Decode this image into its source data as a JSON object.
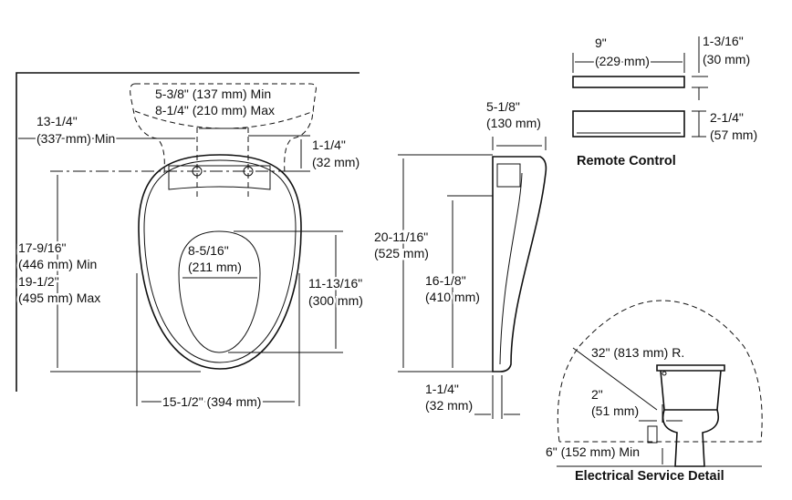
{
  "front_view": {
    "bolt_spacing": {
      "min": "5-3/8\" (137 mm) Min",
      "max": "8-1/4\" (210 mm) Max"
    },
    "wall_to_bolt": {
      "in": "13-1/4\"",
      "mm": "(337 mm) Min"
    },
    "bolt_offset": {
      "in": "1-1/4\"",
      "mm": "(32 mm)"
    },
    "seat_length": {
      "min_in": "17-9/16\"",
      "min_mm": "(446 mm) Min",
      "max_in": "19-1/2\"",
      "max_mm": "(495 mm) Max"
    },
    "opening_width": {
      "in": "8-5/16\"",
      "mm": "(211 mm)"
    },
    "opening_length": {
      "in": "11-13/16\"",
      "mm": "(300 mm)"
    },
    "seat_width": "15-1/2\" (394 mm)"
  },
  "side_view": {
    "top_depth": {
      "in": "5-1/8\"",
      "mm": "(130 mm)"
    },
    "overall_length": {
      "in": "20-11/16\"",
      "mm": "(525 mm)"
    },
    "hinge_length": {
      "in": "16-1/8\"",
      "mm": "(410 mm)"
    },
    "seat_height": {
      "in": "1-1/4\"",
      "mm": "(32 mm)"
    }
  },
  "remote": {
    "width": {
      "in": "9\"",
      "mm": "(229 mm)"
    },
    "thickness": {
      "in": "1-3/16\"",
      "mm": "(30 mm)"
    },
    "height": {
      "in": "2-1/4\"",
      "mm": "(57 mm)"
    },
    "title": "Remote Control"
  },
  "electrical": {
    "radius": "32\" (813 mm) R.",
    "offset": {
      "in": "2\"",
      "mm": "(51 mm)"
    },
    "min_height": "6\" (152 mm) Min",
    "title": "Electrical Service Detail"
  }
}
